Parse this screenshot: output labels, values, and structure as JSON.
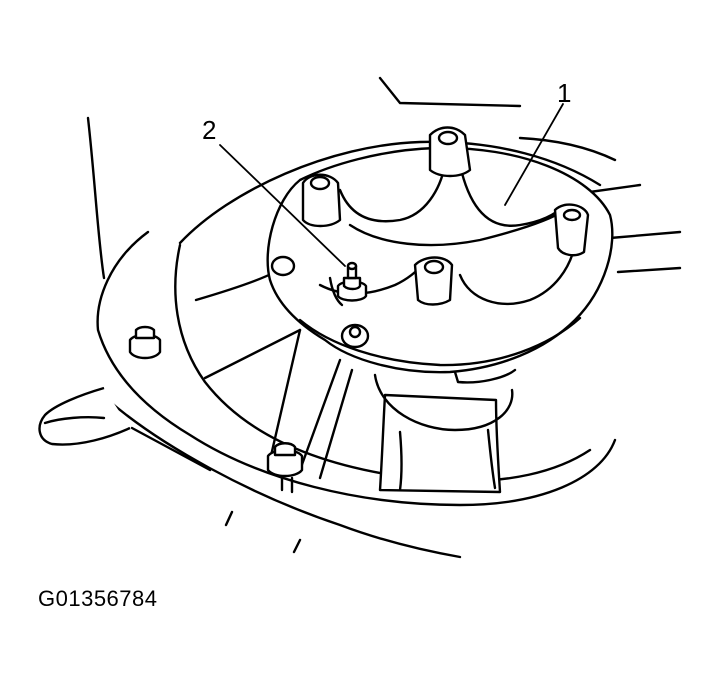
{
  "diagram": {
    "callouts": [
      {
        "id": "1",
        "label": "1"
      },
      {
        "id": "2",
        "label": "2"
      }
    ],
    "figure_code": "G01356784"
  }
}
